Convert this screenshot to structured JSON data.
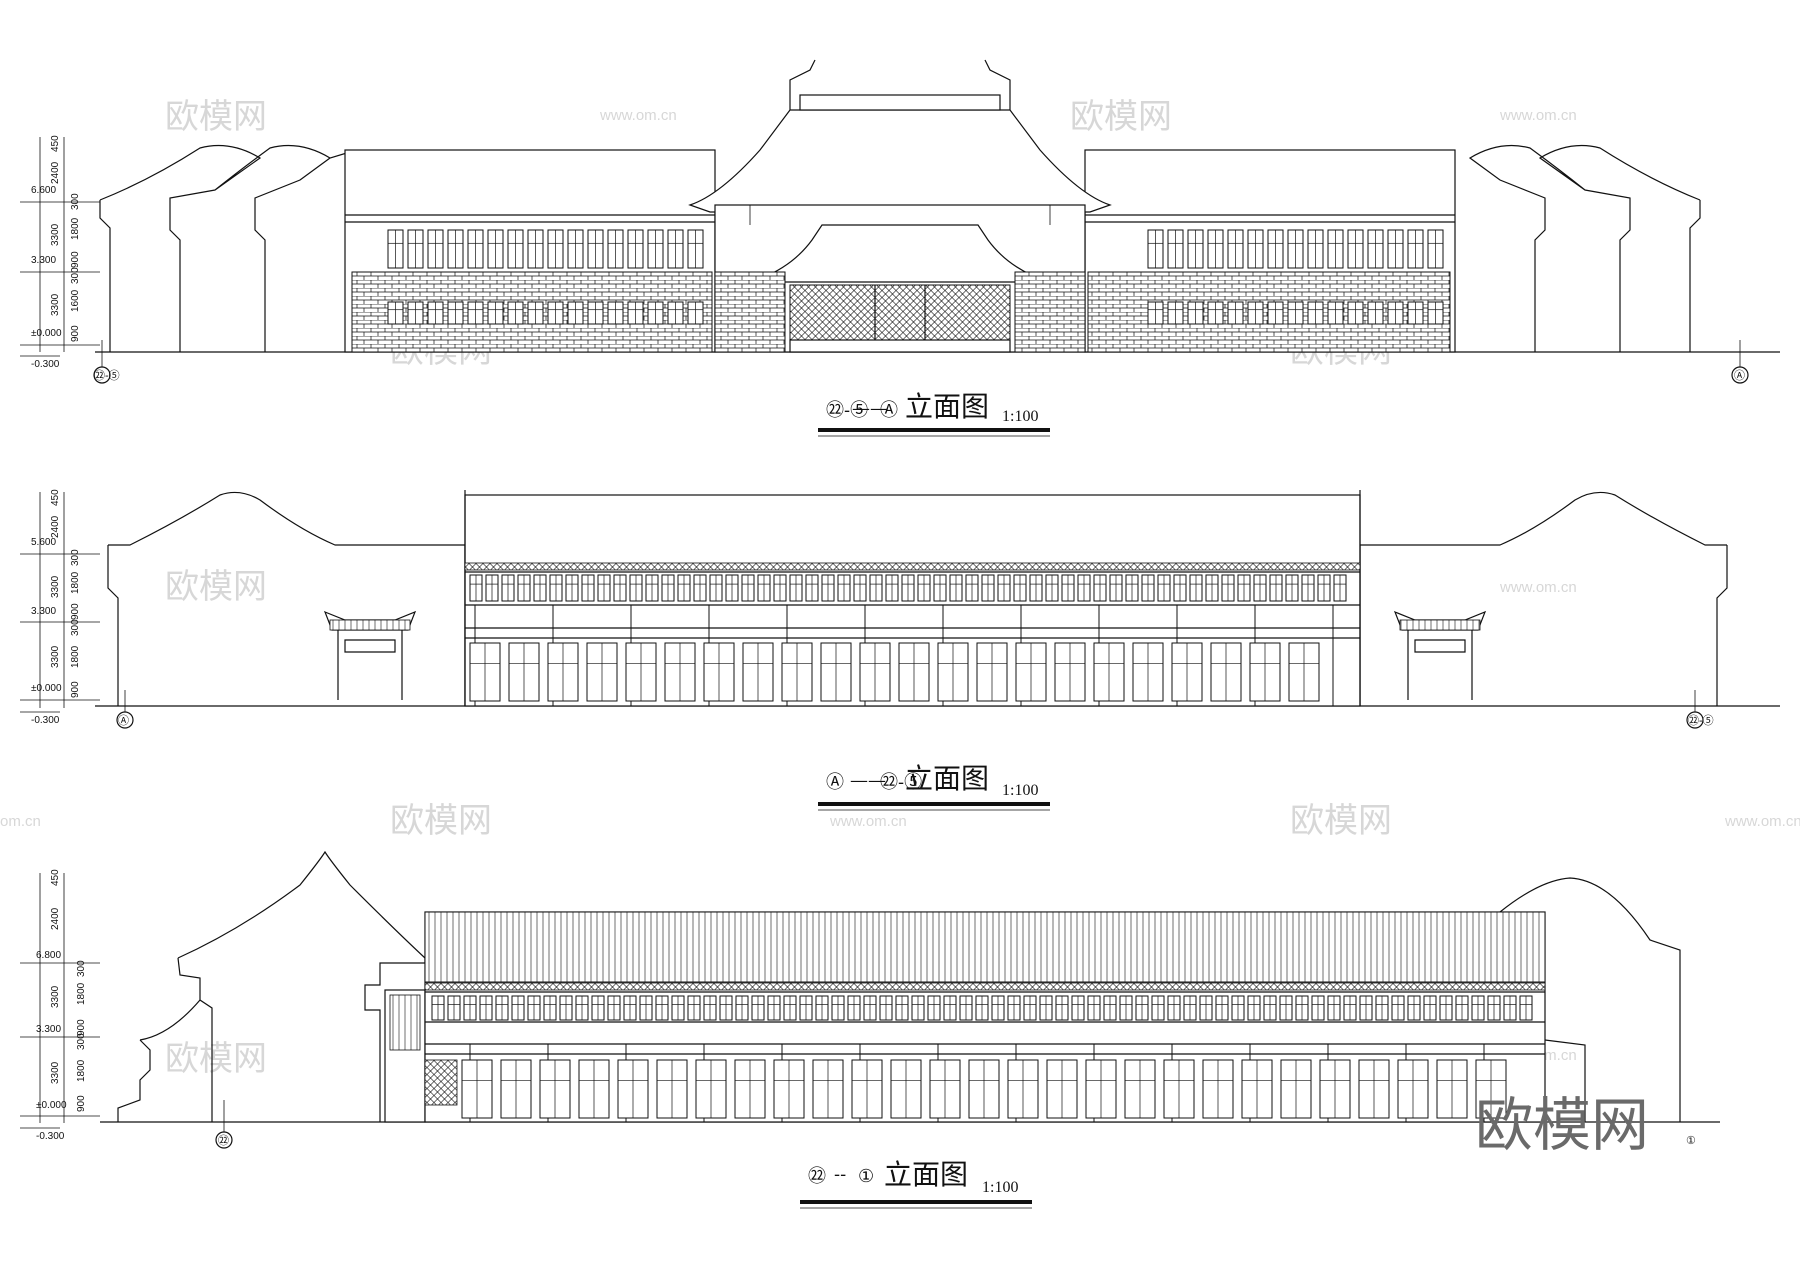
{
  "drawings": [
    {
      "title_left": "㉒-⑤",
      "title_sep": "——",
      "title_right": "Ⓐ",
      "title_text": "立面图",
      "scale": "1:100",
      "axis_left": "㉒-⑤",
      "axis_right": "Ⓐ",
      "levels": [
        "6.600",
        "3.300",
        "±0.000",
        "-0.300"
      ],
      "dims": [
        "450",
        "2400",
        "300",
        "1800",
        "3300",
        "900",
        "300",
        "1600",
        "3300",
        "900"
      ]
    },
    {
      "title_left": "Ⓐ",
      "title_sep": "——",
      "title_right": "㉒-⑤",
      "title_text": "立面图",
      "scale": "1:100",
      "axis_left": "Ⓐ",
      "axis_right": "㉒-⑤",
      "levels": [
        "5.600",
        "3.300",
        "±0.000",
        "-0.300"
      ],
      "dims": [
        "450",
        "2400",
        "300",
        "1800",
        "3300",
        "900",
        "300",
        "1800",
        "3300",
        "900"
      ]
    },
    {
      "title_left": "㉒",
      "title_sep": "--",
      "title_right": "①",
      "title_text": "立面图",
      "scale": "1:100",
      "axis_left": "㉒",
      "axis_right": "①",
      "levels": [
        "6.800",
        "3.300",
        "±0.000",
        "-0.300"
      ],
      "dims": [
        "450",
        "2400",
        "300",
        "1800",
        "3300",
        "900",
        "300",
        "1800",
        "3300",
        "900"
      ]
    }
  ],
  "watermarks": {
    "cn": "欧模网",
    "url": "www.om.cn",
    "url_partial": "om.cn"
  },
  "brand_logo": "欧模网"
}
